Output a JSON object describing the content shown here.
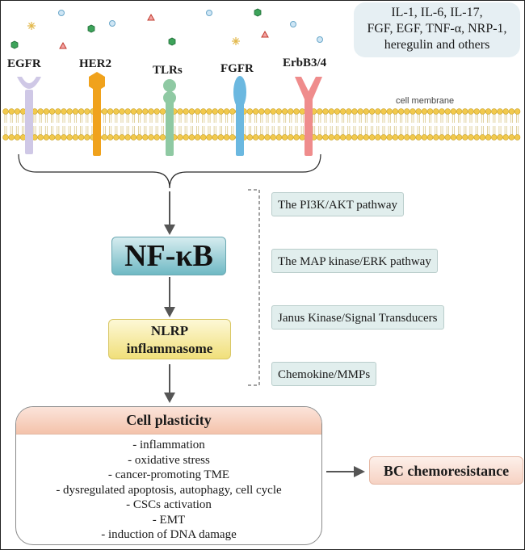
{
  "ligands": {
    "line1": "IL-1, IL-6, IL-17,",
    "line2": "FGF, EGF, TNF-α, NRP-1,",
    "line3": "heregulin and others"
  },
  "receptors": [
    {
      "label": "EGFR",
      "color": "#cfc8e6"
    },
    {
      "label": "HER2",
      "color": "#f0a21c"
    },
    {
      "label": "TLRs",
      "color": "#8fc9a3"
    },
    {
      "label": "FGFR",
      "color": "#6bb8e0"
    },
    {
      "label": "ErbB3/4",
      "color": "#ef8c8c"
    }
  ],
  "membrane": {
    "label": "cell membrane",
    "head_color": "#f2c94c"
  },
  "nfkb": {
    "label": "NF-κB",
    "color": "#6fb9c4"
  },
  "nlrp": {
    "line1": "NLRP",
    "line2": "inflammasome",
    "color": "#f0df7a"
  },
  "pathways": [
    "The PI3K/AKT pathway",
    "The MAP kinase/ERK pathway",
    "Janus Kinase/Signal Transducers",
    "Chemokine/MMPs"
  ],
  "plasticity": {
    "title": "Cell plasticity",
    "items": [
      "- inflammation",
      "- oxidative stress",
      "- cancer-promoting TME",
      "- dysregulated apoptosis, autophagy, cell cycle",
      "- CSCs activation",
      "- EMT",
      "- induction of DNA damage"
    ]
  },
  "outcome": {
    "label": "BC chemoresistance",
    "color": "#f6d2c3"
  }
}
